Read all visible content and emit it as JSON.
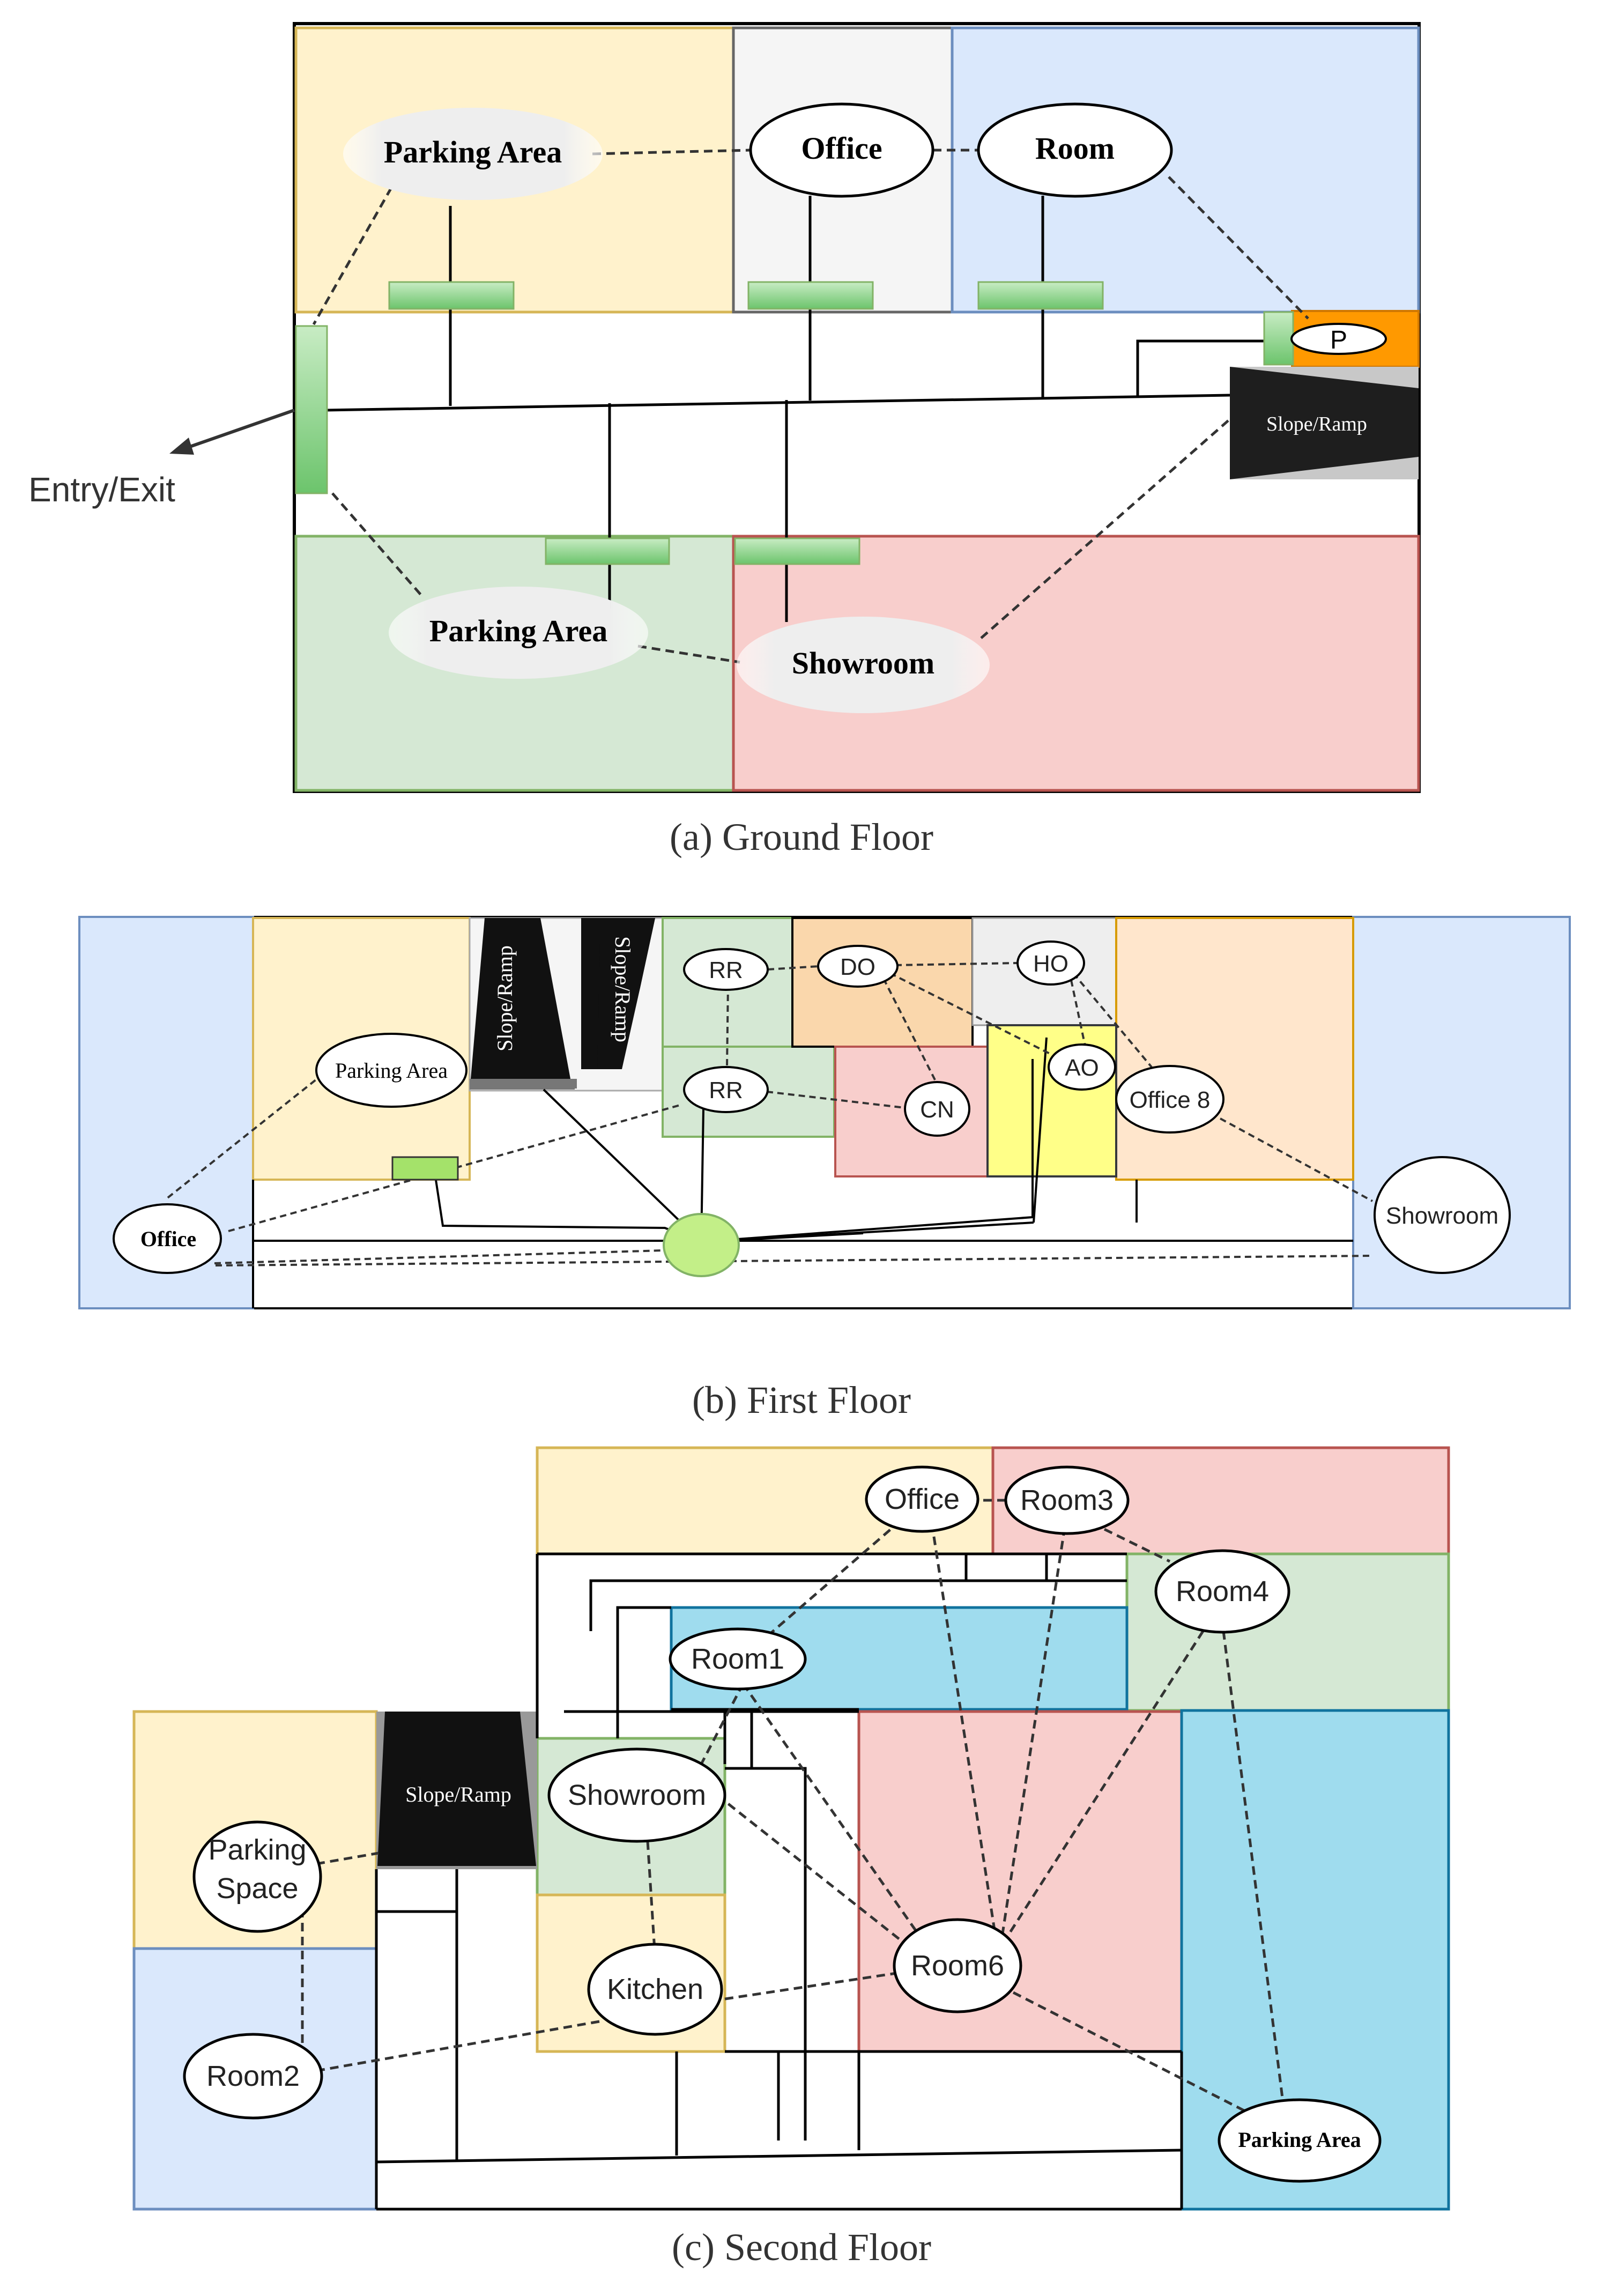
{
  "ground_floor": {
    "caption": "(a) Ground Floor",
    "entry_exit": "Entry/Exit",
    "nodes": {
      "parking_top": "Parking Area",
      "office": "Office",
      "room": "Room",
      "p": "P",
      "slope": "Slope/Ramp",
      "parking_bottom": "Parking Area",
      "showroom": "Showroom"
    }
  },
  "first_floor": {
    "caption": "(b) First Floor",
    "nodes": {
      "slope1": "Slope/Ramp",
      "slope2": "Slope/Ramp",
      "rr_top": "RR",
      "do": "DO",
      "ho": "HO",
      "parking": "Parking Area",
      "rr_bottom": "RR",
      "cn": "CN",
      "ao": "AO",
      "office8": "Office 8",
      "office": "Office",
      "showroom": "Showroom"
    }
  },
  "second_floor": {
    "caption": "(c) Second Floor",
    "nodes": {
      "office": "Office",
      "room3": "Room3",
      "room4": "Room4",
      "room1": "Room1",
      "slope": "Slope/Ramp",
      "showroom": "Showroom",
      "parking_space_1": "Parking",
      "parking_space_2": "Space",
      "kitchen": "Kitchen",
      "room6": "Room6",
      "room2": "Room2",
      "parking_area": "Parking Area"
    }
  },
  "colors": {
    "yellow_zone": "#fff2cc",
    "gray_zone": "#f5f5f5",
    "blue_zone": "#dae8fc",
    "green_zone": "#d5e8d4",
    "red_zone": "#f8cecc",
    "orange_zone": "#ffe6cc",
    "deep_orange": "#ff9900",
    "cyan_zone": "#9fdcee",
    "bright_yellow": "#ffff88",
    "door_green": "#8fd18f",
    "hub_green": "#c3ef88",
    "ellipse_gray": "#eeeeee"
  }
}
